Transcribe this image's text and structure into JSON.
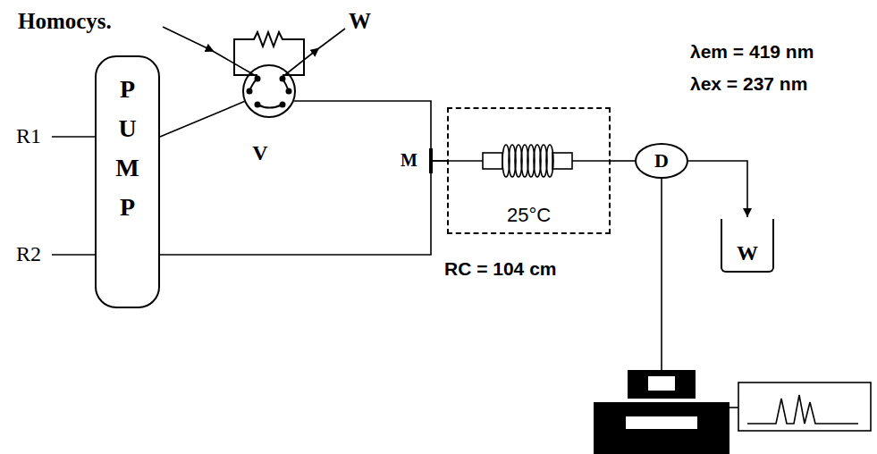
{
  "diagram": {
    "nodes": [
      {
        "text": [
          "P U M P"
        ]
      },
      {
        "text": [
          "V"
        ]
      },
      {
        "text": [
          "25°C"
        ]
      },
      {
        "text": [
          "D"
        ]
      },
      {
        "text": [
          "W"
        ]
      }
    ],
    "edges": [
      {
        "from": 0,
        "to": 1,
        "arrow": "none"
      },
      {
        "from": 1,
        "to": 2,
        "arrow": "none"
      },
      {
        "from": 0,
        "to": 2,
        "arrow": "none"
      },
      {
        "from": 2,
        "to": 3,
        "arrow": "none"
      },
      {
        "from": 3,
        "to": 4,
        "arrow": "to"
      }
    ],
    "labels": [
      "Homocys.",
      "W",
      "R1",
      "R2",
      "M",
      "RC = 104 cm",
      "λem = 419 nm",
      "λex = 237 nm"
    ]
  }
}
